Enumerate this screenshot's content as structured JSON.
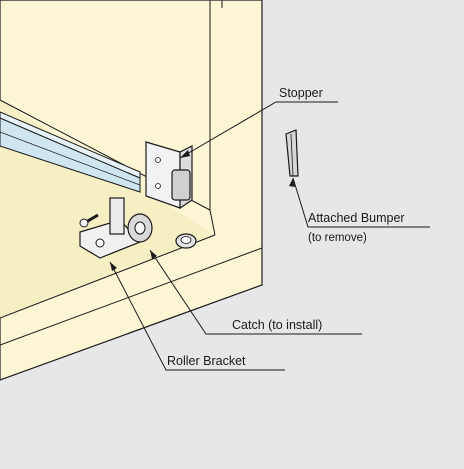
{
  "colors": {
    "background": "#e6e7e8",
    "cabinet": "#fcf6d5",
    "cabinet_shade": "#f3e9b4",
    "rail": "#cfe5f0",
    "line": "#1a1a1a"
  },
  "labels": {
    "stopper": "Stopper",
    "attached_bumper": "Attached Bumper",
    "attached_bumper_note": "(to remove)",
    "catch": "Catch (to install)",
    "roller_bracket": "Roller Bracket"
  }
}
